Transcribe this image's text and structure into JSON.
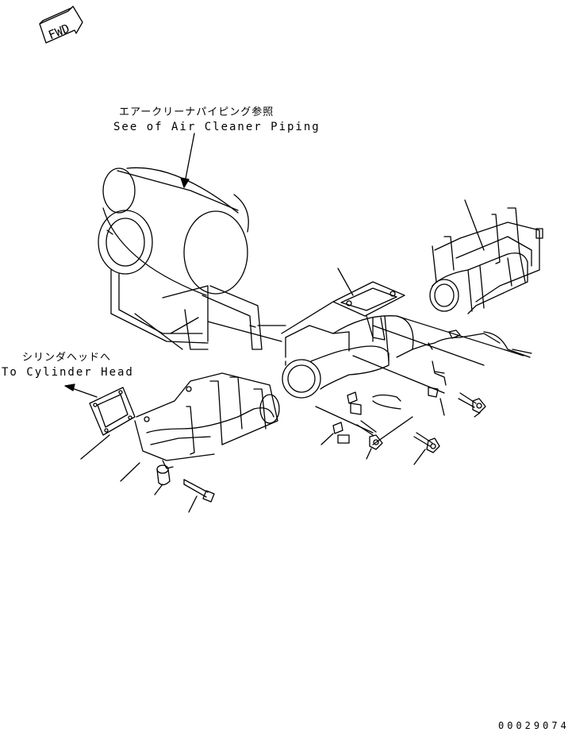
{
  "badge": {
    "fwd": "FWD"
  },
  "notes": {
    "air_cleaner_jp": "エアークリーナパイピング参照",
    "air_cleaner_en": "See  of Air Cleaner Piping",
    "cylinder_head_jp": "シリンダヘッドへ",
    "cylinder_head_en": "To Cylinder Head"
  },
  "doc_number": "00029074"
}
